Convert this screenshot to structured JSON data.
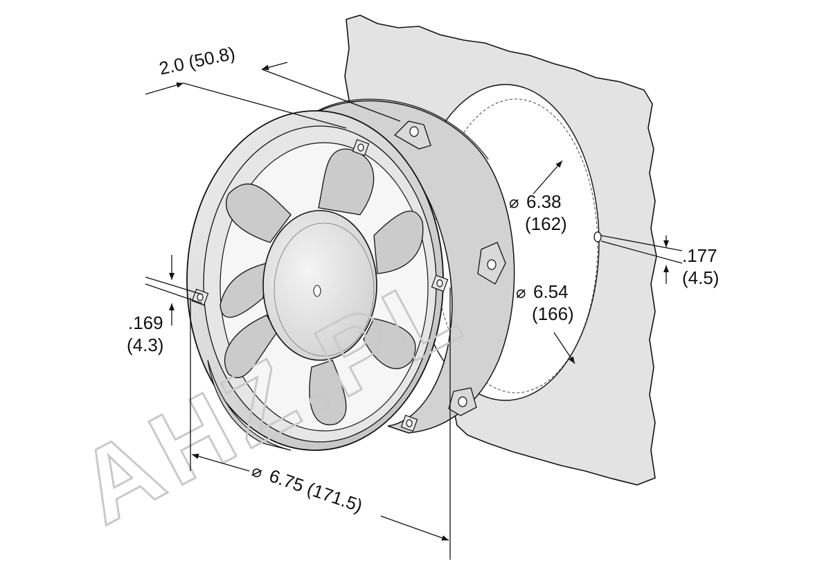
{
  "diagram": {
    "watermark": "AHZ.PL",
    "dimensions": {
      "depth": "2.0 (50.8)",
      "cutout_diameter_in": "6.38",
      "cutout_diameter_mm": "(162)",
      "mount_circle_in": "6.54",
      "mount_circle_mm": "(166)",
      "panel_hole_in": ".177",
      "panel_hole_mm": "(4.5)",
      "fan_hole_in": ".169",
      "fan_hole_mm": "(4.3)",
      "outer_diameter": "6.75 (171.5)"
    },
    "symbols": {
      "diameter": "⌀"
    },
    "colors": {
      "line": "#111111",
      "panel": "#e3e3e3",
      "fan_body": "#d9d9d9",
      "blade": "#c8c8c8",
      "watermark": "#c9c9c9"
    }
  }
}
